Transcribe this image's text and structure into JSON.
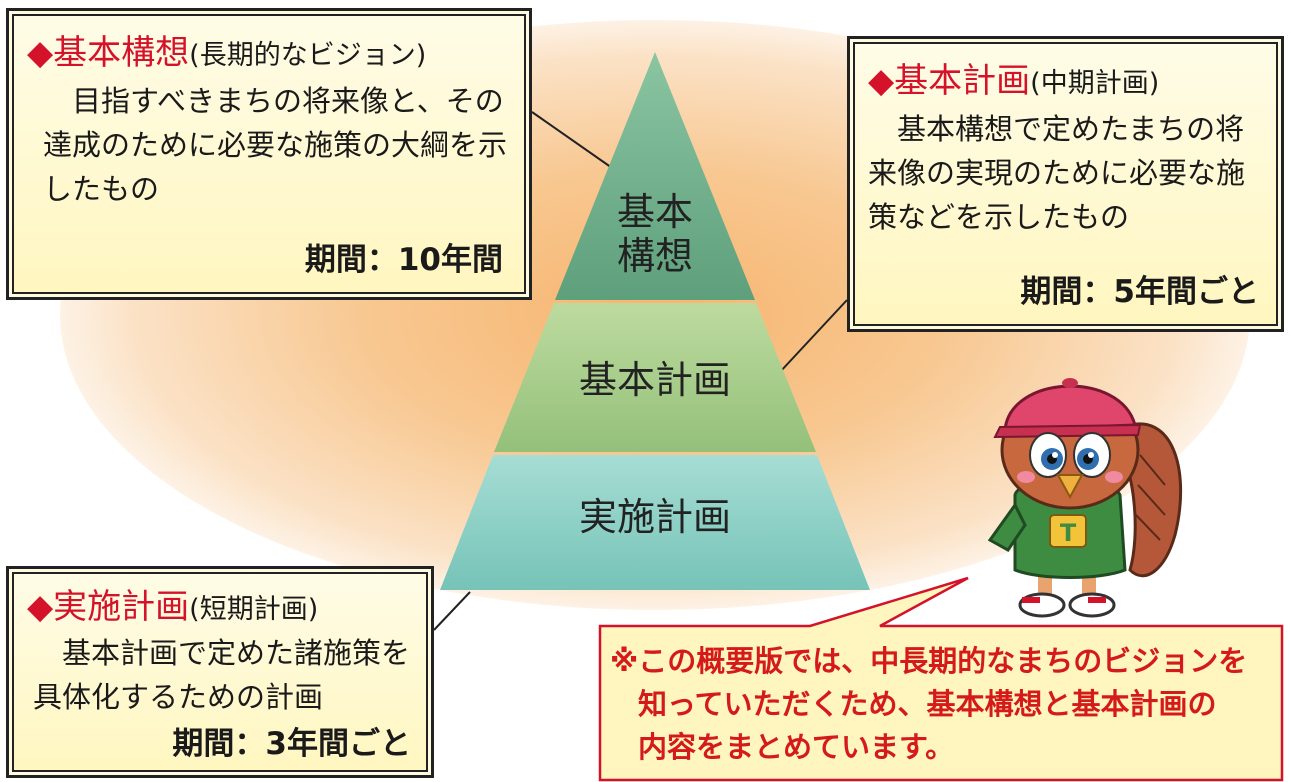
{
  "pyramid": {
    "top": [
      "基本",
      "構想"
    ],
    "middle": "基本計画",
    "bottom": "実施計画"
  },
  "boxes": {
    "kousou": {
      "title": "基本構想",
      "subtitle": "(長期的なビジョン)",
      "description": "　目指すべきまちの将来像と、その達成のために必要な施策の大綱を示したもの",
      "term": "期間：10年間"
    },
    "keikaku": {
      "title": "基本計画",
      "subtitle": "(中期計画)",
      "description": "　基本構想で定めたまちの将来像の実現のために必要な施策などを示したもの",
      "term": "期間：5年間ごと"
    },
    "jisshi": {
      "title": "実施計画",
      "subtitle": "(短期計画)",
      "description": "　基本計画で定めた諸施策を具体化するための計画",
      "term": "期間：3年間ごと"
    }
  },
  "bubble": {
    "line1": "※この概要版では、中長期的なまちのビジョンを",
    "line2": "知っていただくため、基本構想と基本計画の",
    "line3": "内容をまとめています。"
  },
  "mascot_cap_letter": "T",
  "colors": {
    "accent_red": "#d4122a",
    "pyramid_top": "#6fae8a",
    "pyramid_middle": "#a9cd8e",
    "pyramid_bottom": "#8fd0c6",
    "box_fill": "#fff6bf"
  }
}
